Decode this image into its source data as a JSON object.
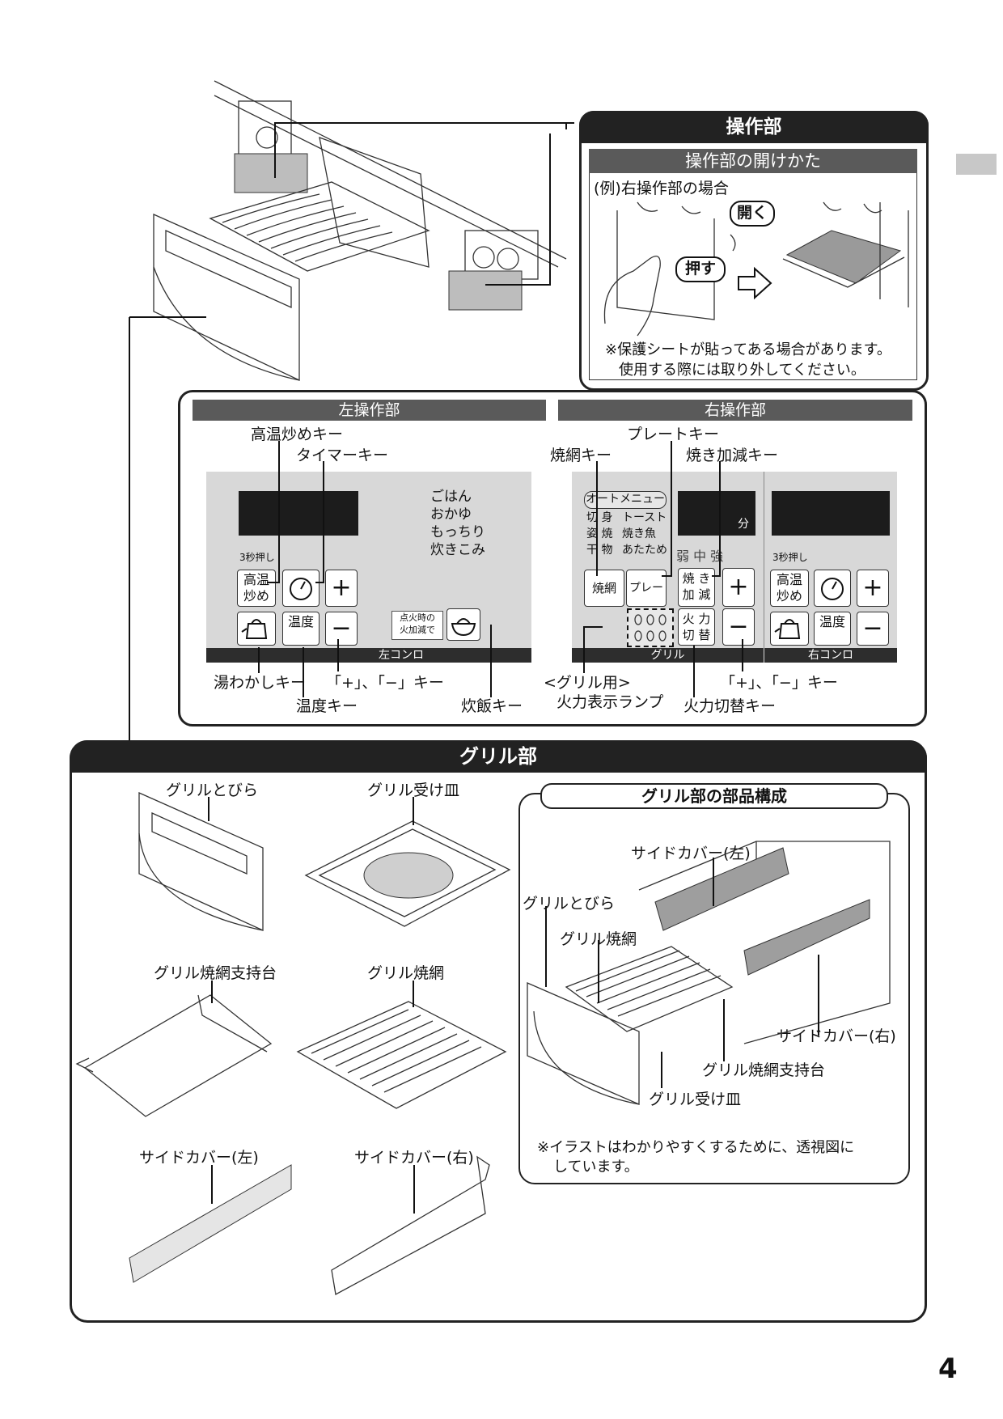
{
  "side_tab": "",
  "page_number": "4",
  "operation": {
    "title": "操作部",
    "how_to_open_title": "操作部の開けかた",
    "example_label": "(例)右操作部の場合",
    "open_label": "開く",
    "push_label": "押す",
    "note_line1": "※保護シートが貼ってある場合があります。",
    "note_line2": "使用する際には取り外してください。"
  },
  "left_panel": {
    "title": "左操作部",
    "hint_3sec": "3秒押し",
    "keys": {
      "high_temp": "高温\n炒め",
      "high_temp_line1": "高温",
      "high_temp_line2": "炒め",
      "plus": "+",
      "minus": "−",
      "temp": "温度",
      "ignite_line1": "点火時の",
      "ignite_line2": "火加減で"
    },
    "rice_modes": [
      "ごはん",
      "おかゆ",
      "もっちり",
      "炊きこみ"
    ],
    "strip_label": "左コンロ",
    "callouts": {
      "high_temp_key": "高温炒めキー",
      "timer_key": "タイマーキー",
      "kettle_key": "湯わかしキー",
      "plus_minus_key": "「+」、「−」キー",
      "temp_key": "温度キー",
      "rice_key": "炊飯キー"
    }
  },
  "right_panel": {
    "title": "右操作部",
    "auto_menu": "オートメニュー",
    "menu_items": [
      "切 身",
      "トースト",
      "姿 焼",
      "焼き魚",
      "干 物",
      "あたため"
    ],
    "minutes": "分",
    "heat_levels": "弱 中 強",
    "keys": {
      "grill_net": "焼網",
      "plate": "プレート",
      "adjust_line1": "焼 き",
      "adjust_line2": "加 減",
      "fire_line1": "火 力",
      "fire_line2": "切 替",
      "plus": "+",
      "minus": "−",
      "high_temp_line1": "高温",
      "high_temp_line2": "炒め",
      "temp": "温度"
    },
    "hint_3sec": "3秒押し",
    "strip_grill": "グリル",
    "strip_right": "右コンロ",
    "callouts": {
      "plate_key": "プレートキー",
      "grill_net_key": "焼網キー",
      "adjust_key": "焼き加減キー",
      "grill_lamp_line1": "<グリル用>",
      "grill_lamp_line2": "火力表示ランプ",
      "fire_switch_key": "火力切替キー",
      "plus_minus_key": "「+」、「−」キー"
    }
  },
  "grill": {
    "title": "グリル部",
    "parts": {
      "door": "グリルとびら",
      "pan": "グリル受け皿",
      "net_stand": "グリル焼網支持台",
      "net": "グリル焼網",
      "side_left": "サイドカバー(左)",
      "side_right": "サイドカバー(右)"
    },
    "assembly": {
      "title": "グリル部の部品構成",
      "side_left": "サイドカバー(左)",
      "door": "グリルとびら",
      "net": "グリル焼網",
      "side_right": "サイドカバー(右)",
      "net_stand": "グリル焼網支持台",
      "pan": "グリル受け皿",
      "note_line1": "※イラストはわかりやすくするために、透視図に",
      "note_line2": "しています。"
    }
  }
}
